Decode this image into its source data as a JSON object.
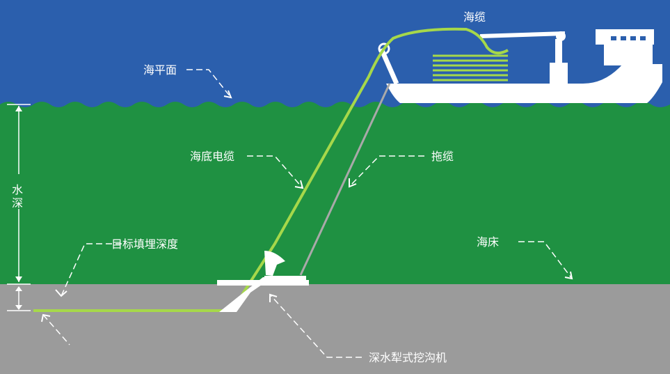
{
  "labels": {
    "sea_level": "海平面",
    "cable_top": "海缆",
    "subsea_cable": "海底电缆",
    "tow_cable": "拖缆",
    "water_depth_1": "水",
    "water_depth_2": "深",
    "target_depth": "目标填埋深度",
    "seabed": "海床",
    "plough": "深水犁式挖沟机"
  },
  "colors": {
    "sky": "#2b5fad",
    "sea": "#1f9142",
    "seabed": "#9b9b9b",
    "cable": "#a6d84a",
    "tow": "#a9a9a9",
    "ship": "#ffffff"
  }
}
